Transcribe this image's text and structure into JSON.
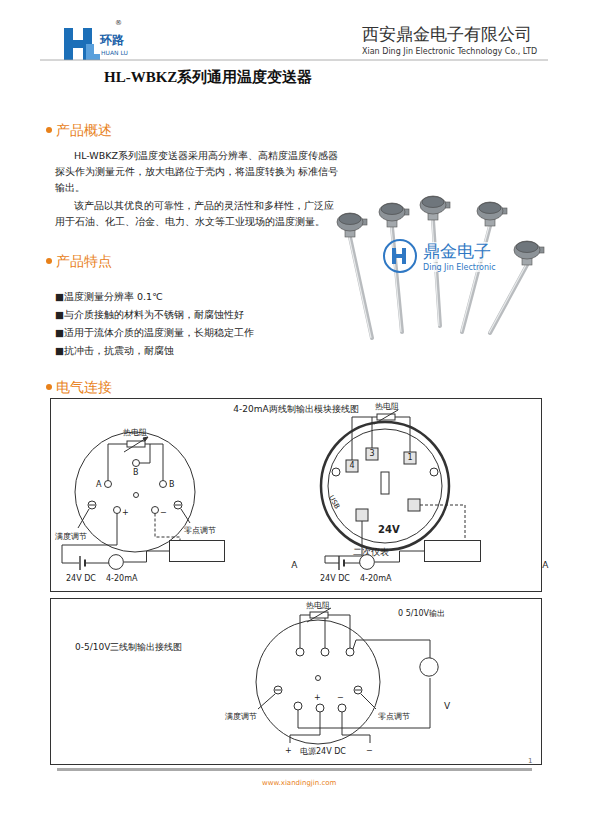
{
  "diagram": {
    "title": "HL-WBKZ系列通用温度变送器",
    "nodes": [
      {
        "text": [
          "4-20mA两线制输出模块接线图"
        ]
      },
      {
        "text": [
          "A"
        ],
        "in": 0
      },
      {
        "text": [
          "二次仪表"
        ],
        "in": 0
      },
      {
        "text": [
          "A"
        ],
        "in": 0
      },
      {
        "text": [
          "二次仪表"
        ],
        "in": 0
      },
      {
        "text": [
          "0-5/10V三线制输出接线图"
        ]
      },
      {
        "text": [
          "V"
        ],
        "in": 5
      }
    ],
    "edges": [
      {
        "from": 1,
        "to": 2,
        "arrow": "none"
      },
      {
        "from": 3,
        "to": 4,
        "arrow": "none"
      }
    ],
    "labels": [
      "环路",
      "HUAN LU",
      "®",
      "西安鼎金电子有限公司",
      "Xian Ding Jin Electronic Technology Co., LTD",
      "产品概述",
      "HL-WBKZ系列温度变送器采用高分辨率、高精度温度传感器探头作为测量元件，放大电路位于壳内，将温度转换为 标准信号输出。",
      "该产品以其优良的可靠性，产品的灵活性和多样性，广泛应用于石油、化工、冶金、电力、水文等工业现场的温度测量。",
      "鼎金电子",
      "Ding Jin Electronic",
      "产品特点",
      "■温度测量分辨率 0.1℃",
      "■与介质接触的材料为不锈钢，耐腐蚀性好",
      "■适用于流体介质的温度测量，长期稳定工作",
      "■抗冲击，抗震动，耐腐蚀",
      "电气连接",
      "热电阻",
      "B",
      "A",
      "B",
      "+",
      "−",
      "满度调节",
      "零点调节",
      "24V DC",
      "4-20mA",
      "热电阻",
      "4",
      "3",
      "1",
      "USB",
      "24V",
      "24V DC",
      "4-20mA",
      "热电阻",
      "0 5/10V输出",
      "+",
      "−",
      "满度调节",
      "零点调节",
      "+",
      "电源24V DC",
      "−",
      "1",
      "www.xiandingjin.com"
    ]
  }
}
